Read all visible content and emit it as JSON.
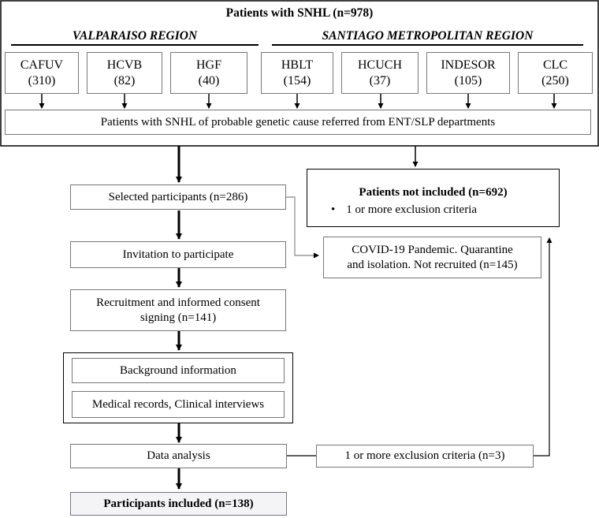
{
  "top": {
    "title": "Patients with SNHL (n=978)",
    "regions": [
      "VALPARAISO REGION",
      "SANTIAGO METROPOLITAN REGION"
    ],
    "centers": [
      {
        "name": "CAFUV",
        "count": "(310)"
      },
      {
        "name": "HCVB",
        "count": "(82)"
      },
      {
        "name": "HGF",
        "count": "(40)"
      },
      {
        "name": "HBLT",
        "count": "(154)"
      },
      {
        "name": "HCUCH",
        "count": "(37)"
      },
      {
        "name": "INDESOR",
        "count": "(105)"
      },
      {
        "name": "CLC",
        "count": "(250)"
      }
    ],
    "referral": "Patients with SNHL of probable genetic cause referred from ENT/SLP departments"
  },
  "flow": {
    "selected": "Selected participants (n=286)",
    "invitation": "Invitation to participate",
    "recruitment_line1": "Recruitment and informed consent",
    "recruitment_line2": "signing (n=141)",
    "background": "Background information",
    "medical": "Medical records, Clinical interviews",
    "analysis": "Data analysis",
    "included": "Participants included (n=138)"
  },
  "side": {
    "not_included_title": "Patients not included (n=692)",
    "not_included_bullet": "1 or more exclusion criteria",
    "covid_line1": "COVID-19 Pandemic. Quarantine",
    "covid_line2": "and isolation. Not recruited (n=145)",
    "exclusion": "1 or more exclusion criteria (n=3)"
  }
}
